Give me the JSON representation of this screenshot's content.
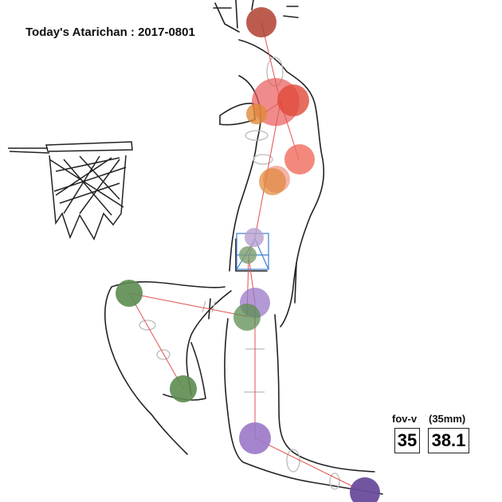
{
  "title": "Today's Atarichan : 2017-0801",
  "fov": {
    "label": "fov-v",
    "lens_label": "(35mm)",
    "fov_value": "35",
    "lens_value": "38.1"
  },
  "joint_colors": {
    "head": "#b04030",
    "chest": "#e85a5a",
    "shoulder": "#e04a3a",
    "elbow": "#f06c5c",
    "wrist": "#e08838",
    "hip": "#b8a0d0",
    "left_leg": "#5c8c50",
    "right_leg": "#9a78c8",
    "right_foot": "#6a4c9c",
    "bone_line": "#e05050",
    "guide_box": "#3a7fd0"
  }
}
